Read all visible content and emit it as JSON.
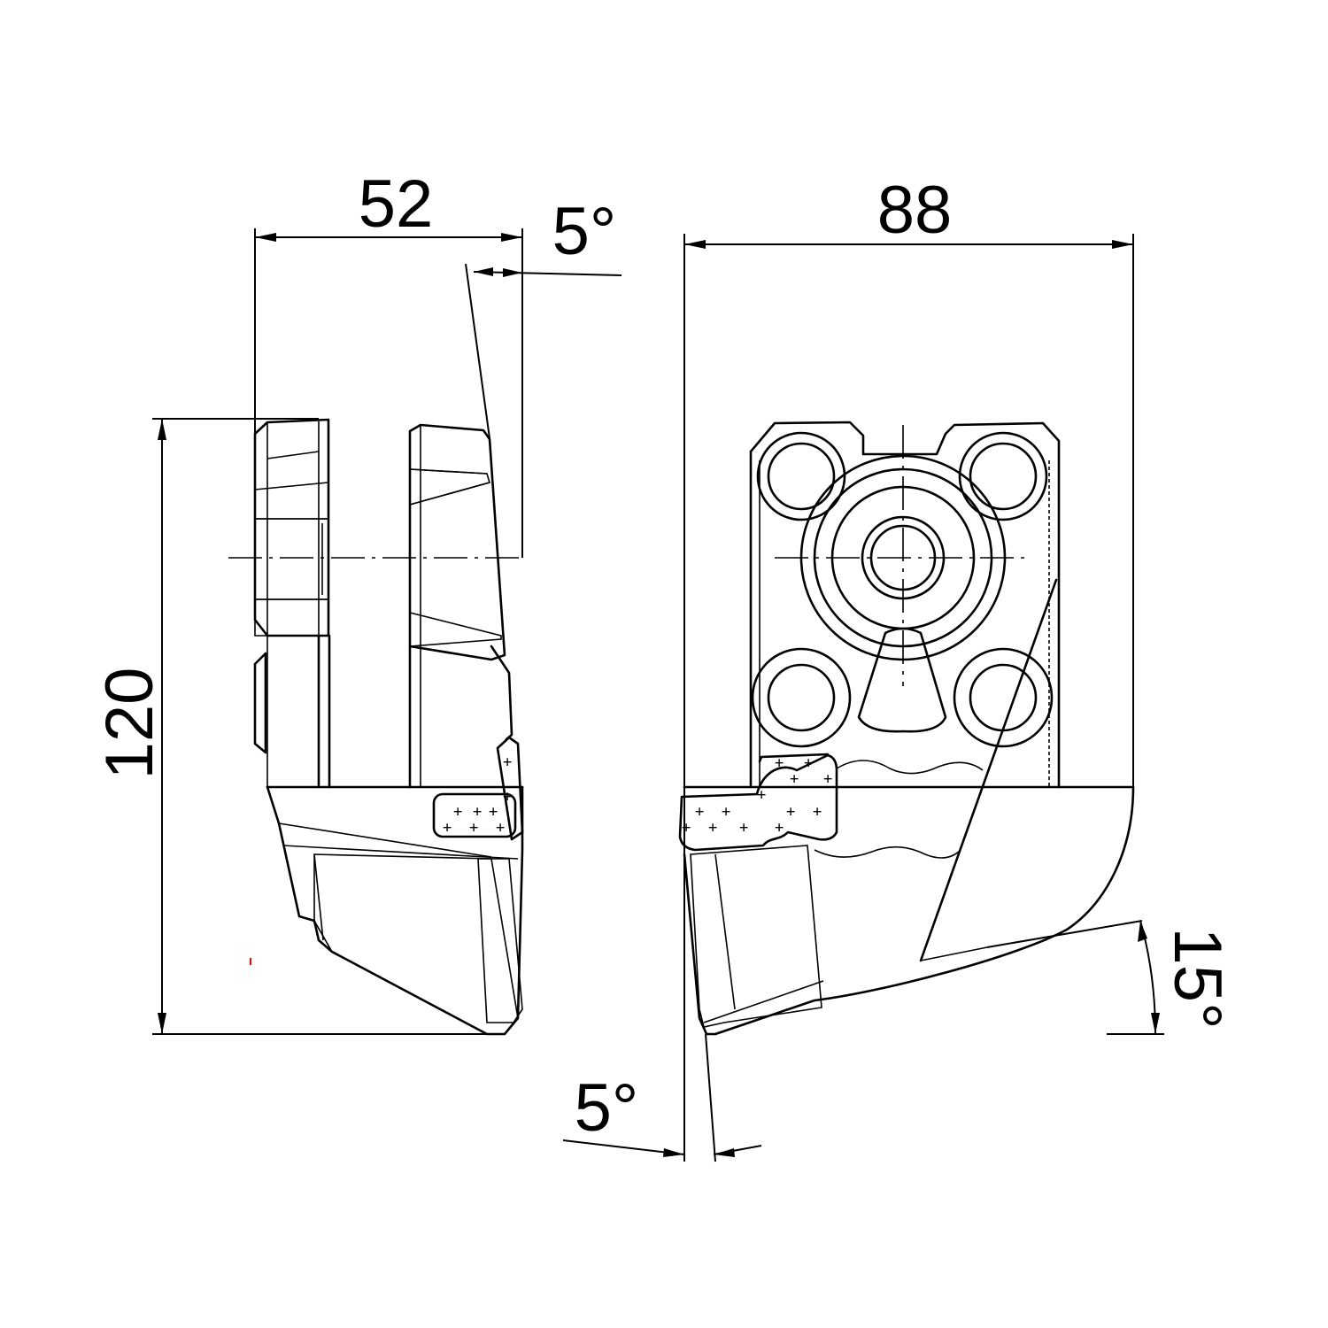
{
  "dimensions": {
    "width_side": "52",
    "width_front": "88",
    "height": "120",
    "angle_top_side": "5°",
    "angle_bottom_front": "5°",
    "angle_right_front": "15°"
  },
  "colors": {
    "line": "#000000",
    "background": "#ffffff",
    "mark": "#ff0000"
  }
}
